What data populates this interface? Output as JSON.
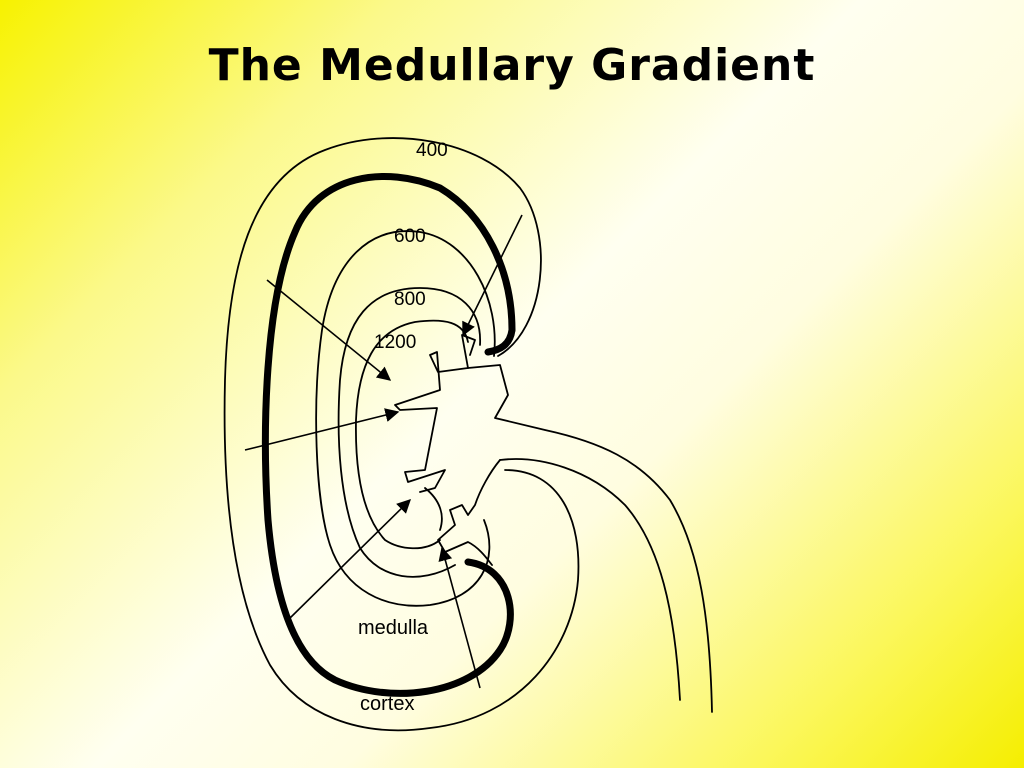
{
  "slide": {
    "title": "The Medullary Gradient"
  },
  "diagram": {
    "contour_labels": [
      "400",
      "600",
      "800",
      "1200"
    ],
    "region_labels": {
      "medulla": "medulla",
      "cortex": "cortex"
    }
  }
}
